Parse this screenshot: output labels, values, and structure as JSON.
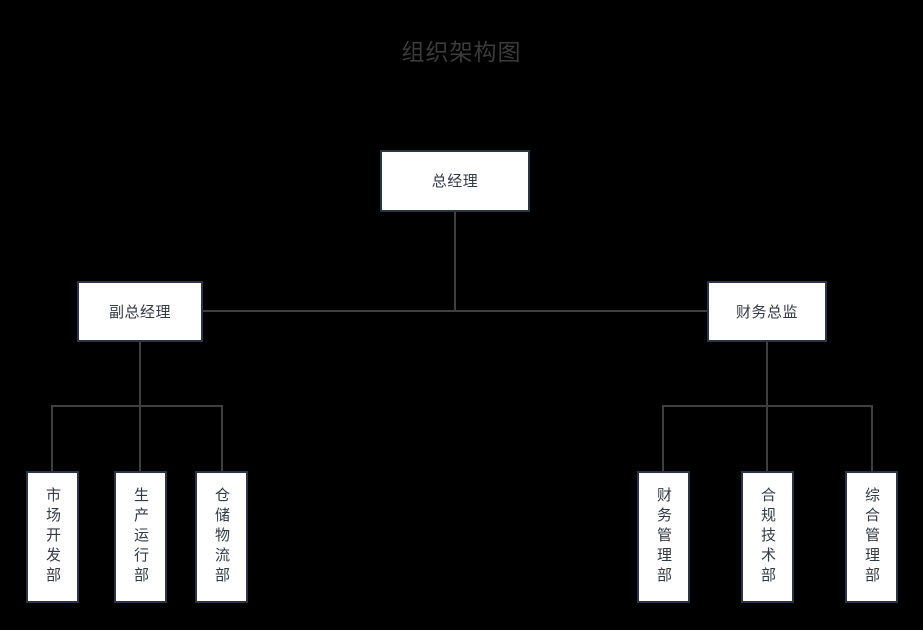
{
  "title": "组织架构图",
  "colors": {
    "background": "#000000",
    "title_text": "#3b3b3b",
    "node_fill": "#ffffff",
    "node_border": "#2b3442",
    "node_text": "#333a44",
    "connector": "#3f3f3f"
  },
  "nodes": {
    "root": {
      "label": "总经理",
      "level": "1"
    },
    "level2": [
      {
        "label": "副总经理"
      },
      {
        "label": "财务总监"
      }
    ],
    "left_departments": [
      {
        "label": "市场开发部"
      },
      {
        "label": "生产运行部"
      },
      {
        "label": "仓储物流部"
      }
    ],
    "right_departments": [
      {
        "label": "财务管理部"
      },
      {
        "label": "合规技术部"
      },
      {
        "label": "综合管理部"
      }
    ]
  }
}
